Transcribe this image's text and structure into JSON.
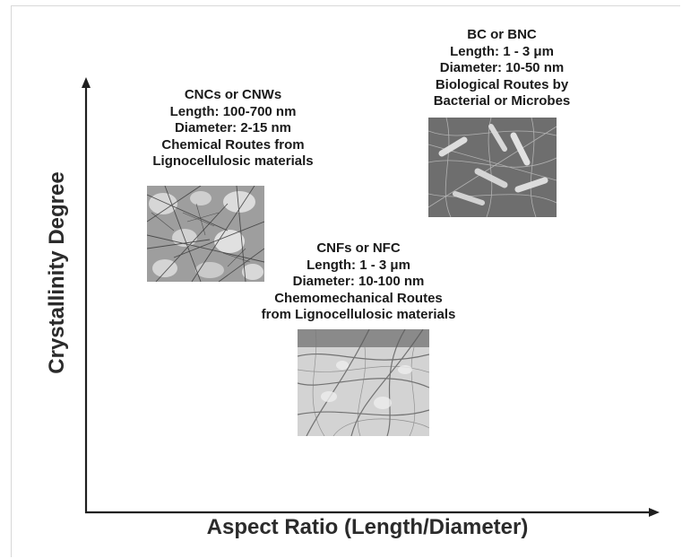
{
  "axes": {
    "y_label": "Crystallinity Degree",
    "x_label": "Aspect Ratio (Length/Diameter)"
  },
  "groups": [
    {
      "name": "CNCs or CNWs",
      "length": "Length: 100-700 nm",
      "diameter": "Diameter: 2-15 nm",
      "route_line1": "Chemical Routes from",
      "route_line2": "Lignocellulosic materials"
    },
    {
      "name": "CNFs or NFC",
      "length": "Length: 1 - 3 μm",
      "diameter": "Diameter: 10-100 nm",
      "route_line1": "Chemomechanical Routes",
      "route_line2": "from Lignocellulosic materials"
    },
    {
      "name": "BC or BNC",
      "length": "Length: 1 - 3 μm",
      "diameter": "Diameter: 10-50 nm",
      "route_line1": "Biological Routes by",
      "route_line2": "Bacterial or Microbes"
    }
  ],
  "colors": {
    "axis": "#1f1f1f",
    "text": "#1a1a1a"
  }
}
